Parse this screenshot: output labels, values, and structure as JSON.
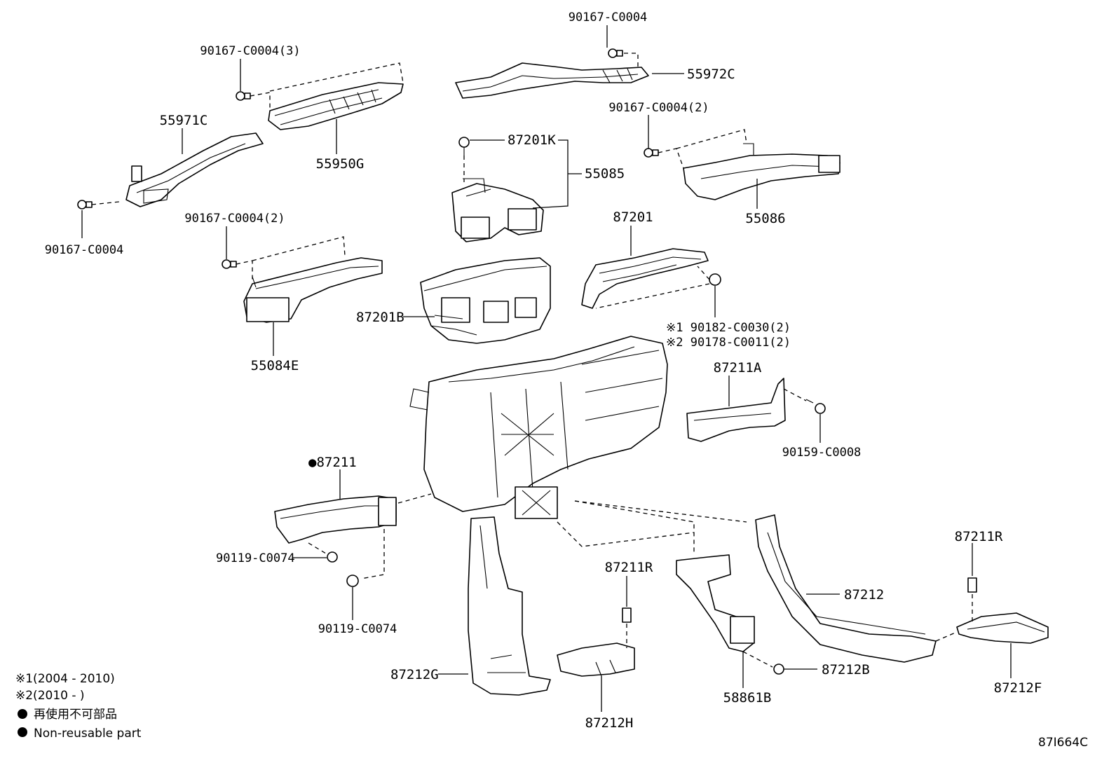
{
  "labels": {
    "p90167_top": "90167-C0004",
    "p55972C": "55972C",
    "p90167_3": "90167-C0004(3)",
    "p55971C": "55971C",
    "p55950G": "55950G",
    "p90167_left": "90167-C0004",
    "p90167_2a": "90167-C0004(2)",
    "p87201K": "87201K",
    "p55085": "55085",
    "p90167_2b": "90167-C0004(2)",
    "p55086": "55086",
    "p87201": "87201",
    "p87201B": "87201B",
    "p55084E": "55084E",
    "p90182": "※1 90182-C0030(2)",
    "p90178": "※2 90178-C0011(2)",
    "p87211A": "87211A",
    "p90159": "90159-C0008",
    "p87211": "●87211",
    "p90119a": "90119-C0074",
    "p90119b": "90119-C0074",
    "p87211R_mid": "87211R",
    "p87211R_right": "87211R",
    "p87212": "87212",
    "p87212G": "87212G",
    "p87212H": "87212H",
    "p58861B": "58861B",
    "p87212B": "87212B",
    "p87212F": "87212F"
  },
  "notes": {
    "note1": "※1(2004 - 2010)",
    "note2": "※2(2010 -         )",
    "legend_jp": "再使用不可部品",
    "legend_en": "Non-reusable part"
  },
  "diagram_code": "87I664C"
}
